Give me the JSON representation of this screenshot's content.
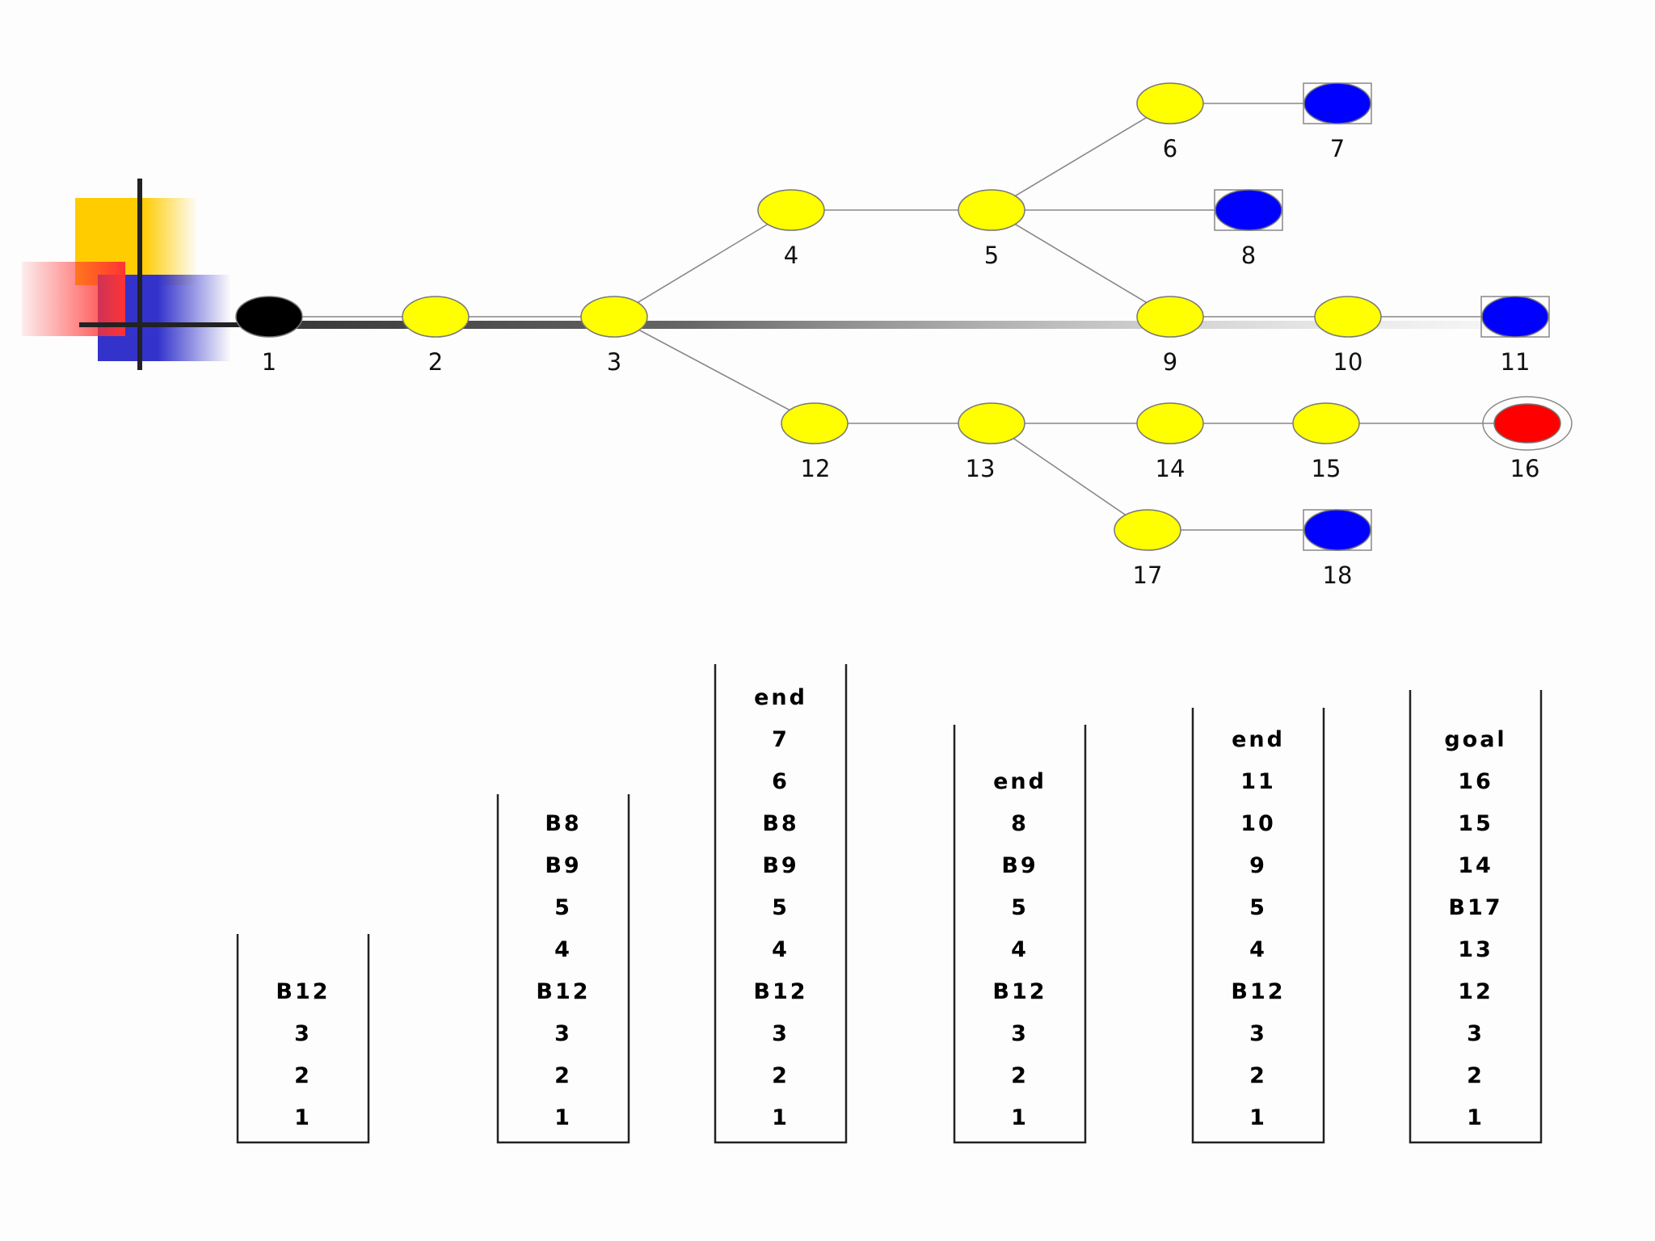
{
  "colors": {
    "path_node": "#ffff00",
    "start_node": "#000000",
    "dead_end_node": "#0000ff",
    "goal_node": "#ff0000",
    "deco_yellow": "#ffcc00",
    "deco_red": "#ff3333",
    "deco_blue": "#3333cc"
  },
  "tree": {
    "nodes": [
      {
        "id": "1",
        "label": "1",
        "type": "start"
      },
      {
        "id": "2",
        "label": "2",
        "type": "path"
      },
      {
        "id": "3",
        "label": "3",
        "type": "path"
      },
      {
        "id": "4",
        "label": "4",
        "type": "path"
      },
      {
        "id": "5",
        "label": "5",
        "type": "path"
      },
      {
        "id": "6",
        "label": "6",
        "type": "path"
      },
      {
        "id": "7",
        "label": "7",
        "type": "dead-end"
      },
      {
        "id": "8",
        "label": "8",
        "type": "dead-end"
      },
      {
        "id": "9",
        "label": "9",
        "type": "path"
      },
      {
        "id": "10",
        "label": "10",
        "type": "path"
      },
      {
        "id": "11",
        "label": "11",
        "type": "dead-end"
      },
      {
        "id": "12",
        "label": "12",
        "type": "path"
      },
      {
        "id": "13",
        "label": "13",
        "type": "path"
      },
      {
        "id": "14",
        "label": "14",
        "type": "path"
      },
      {
        "id": "15",
        "label": "15",
        "type": "path"
      },
      {
        "id": "16",
        "label": "16",
        "type": "goal"
      },
      {
        "id": "17",
        "label": "17",
        "type": "path"
      },
      {
        "id": "18",
        "label": "18",
        "type": "dead-end"
      }
    ],
    "edges": [
      [
        "1",
        "2"
      ],
      [
        "2",
        "3"
      ],
      [
        "3",
        "4"
      ],
      [
        "4",
        "5"
      ],
      [
        "5",
        "6"
      ],
      [
        "6",
        "7"
      ],
      [
        "5",
        "8"
      ],
      [
        "5",
        "9"
      ],
      [
        "9",
        "10"
      ],
      [
        "10",
        "11"
      ],
      [
        "3",
        "12"
      ],
      [
        "12",
        "13"
      ],
      [
        "13",
        "14"
      ],
      [
        "14",
        "15"
      ],
      [
        "15",
        "16"
      ],
      [
        "13",
        "17"
      ],
      [
        "17",
        "18"
      ]
    ]
  },
  "stacks": [
    {
      "items": [
        "B12",
        "3",
        "2",
        "1"
      ]
    },
    {
      "items": [
        "B8",
        "B9",
        "5",
        "4",
        "B12",
        "3",
        "2",
        "1"
      ]
    },
    {
      "items": [
        "end",
        "7",
        "6",
        "B8",
        "B9",
        "5",
        "4",
        "B12",
        "3",
        "2",
        "1"
      ]
    },
    {
      "items": [
        "end",
        "8",
        "B9",
        "5",
        "4",
        "B12",
        "3",
        "2",
        "1"
      ]
    },
    {
      "items": [
        "end",
        "11",
        "10",
        "9",
        "5",
        "4",
        "B12",
        "3",
        "2",
        "1"
      ]
    },
    {
      "items": [
        "goal",
        "16",
        "15",
        "14",
        "B17",
        "13",
        "12",
        "3",
        "2",
        "1"
      ]
    }
  ]
}
